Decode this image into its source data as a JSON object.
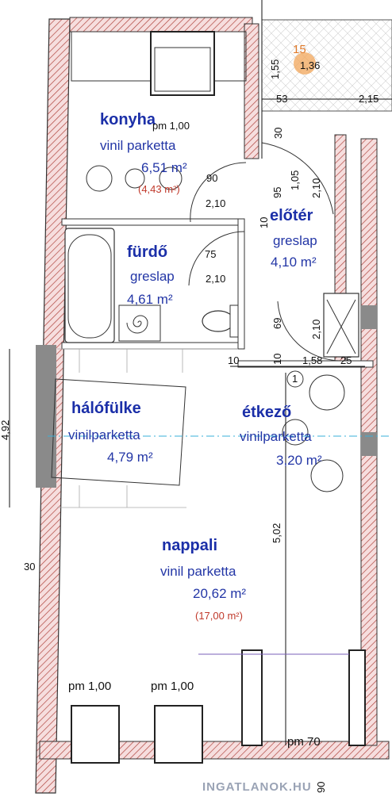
{
  "rooms": {
    "konyha": {
      "name": "konyha",
      "floor": "vinil parketta",
      "area": "6,51 m²",
      "area_alt": "(4,43 m²)",
      "note": "pm 1,00"
    },
    "furdo": {
      "name": "fürdő",
      "floor": "greslap",
      "area": "4,61 m²"
    },
    "eloter": {
      "name": "előtér",
      "floor": "greslap",
      "area": "4,10 m²"
    },
    "halofulke": {
      "name": "hálófülke",
      "floor": "vinilparketta",
      "area": "4,79 m²"
    },
    "etkezo": {
      "name": "étkező",
      "floor": "vinilparketta",
      "area": "3,20 m²"
    },
    "nappali": {
      "name": "nappali",
      "floor": "vinil parketta",
      "area": "20,62 m²",
      "area_alt": "(17,00 m²)"
    }
  },
  "dimensions": {
    "top_1_55": "1,55",
    "top_1_36": "1,36",
    "top_53": "53",
    "top_2_15": "2,15",
    "top_15": "15",
    "d_30a": "30",
    "d_90": "90",
    "d_2_10_a": "2,10",
    "d_2_10_b": "2,10",
    "d_1_05": "1,05",
    "d_95": "95",
    "d_10a": "10",
    "d_75": "75",
    "d_2_10_c": "2,10",
    "d_69": "69",
    "d_2_10_d": "2,10",
    "d_10b": "10",
    "d_10c": "10",
    "d_1_58": "1,58",
    "d_25": "25",
    "d_1": "1",
    "d_5_02": "5,02",
    "d_4_92": "4,92",
    "d_30b": "30",
    "pm_left": "pm 1,00",
    "pm_mid": "pm 1,00",
    "pm_70": "pm 70",
    "d_90b": "90"
  },
  "watermark": "INGATLANOK.HU",
  "colors": {
    "wall_hatch": "#b0453f",
    "room_text": "#1b2fa8",
    "area_alt": "#c0392b",
    "grid_cyan": "#3ab0d8"
  }
}
